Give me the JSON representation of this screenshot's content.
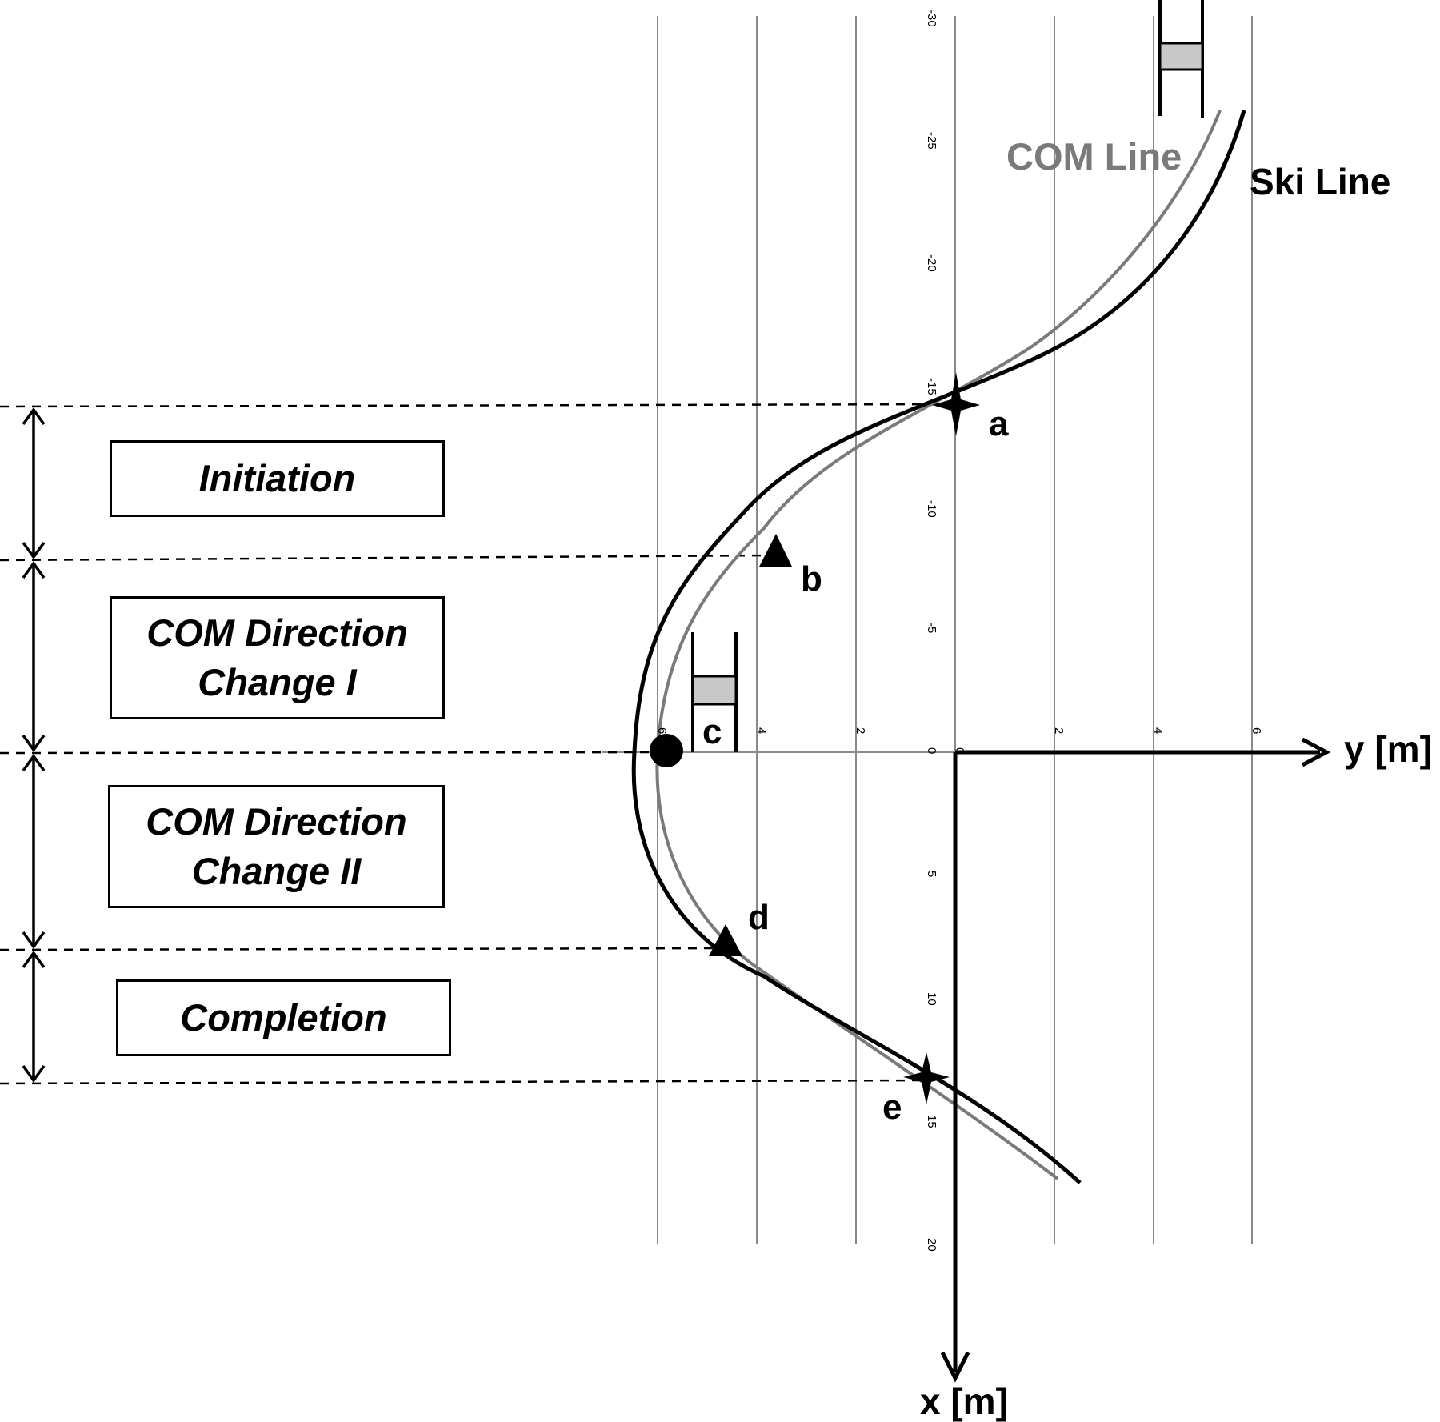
{
  "axes": {
    "x_axis_label": "x [m]",
    "y_axis_label": "y [m]",
    "x_ticks": [
      "-30",
      "-25",
      "-20",
      "-15",
      "-10",
      "-5",
      "0",
      "5",
      "10",
      "15",
      "20"
    ],
    "y_ticks": [
      "6",
      "4",
      "2",
      "0",
      "2",
      "4",
      "6"
    ]
  },
  "lines": {
    "com_label": "COM Line",
    "ski_label": "Ski Line",
    "com_color": "#7a7a7a",
    "ski_color": "#000000"
  },
  "points": {
    "a": "a",
    "b": "b",
    "c": "c",
    "d": "d",
    "e": "e"
  },
  "phases": [
    {
      "line1": "Initiation",
      "line2": ""
    },
    {
      "line1": "COM Direction",
      "line2": "Change I"
    },
    {
      "line1": "COM Direction",
      "line2": "Change II"
    },
    {
      "line1": "Completion",
      "line2": ""
    }
  ],
  "gate_color": "#c8c8c8"
}
